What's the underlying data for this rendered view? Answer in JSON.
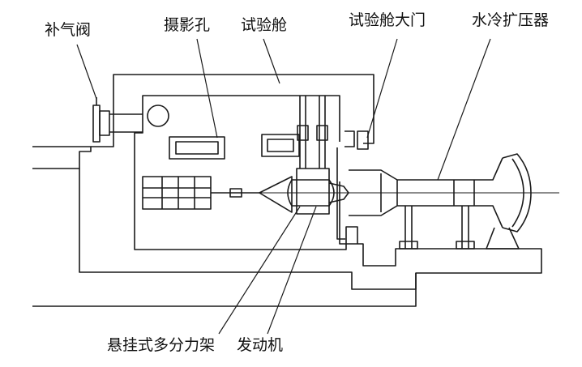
{
  "labels": {
    "valve": "补气阀",
    "port": "摄影孔",
    "cabin": "试验舱",
    "door": "试验舱大门",
    "diffuser": "水冷扩压器",
    "frame": "悬挂式多分力架",
    "engine": "发动机"
  },
  "colors": {
    "line": "#1a1a1a",
    "background": "#ffffff"
  }
}
